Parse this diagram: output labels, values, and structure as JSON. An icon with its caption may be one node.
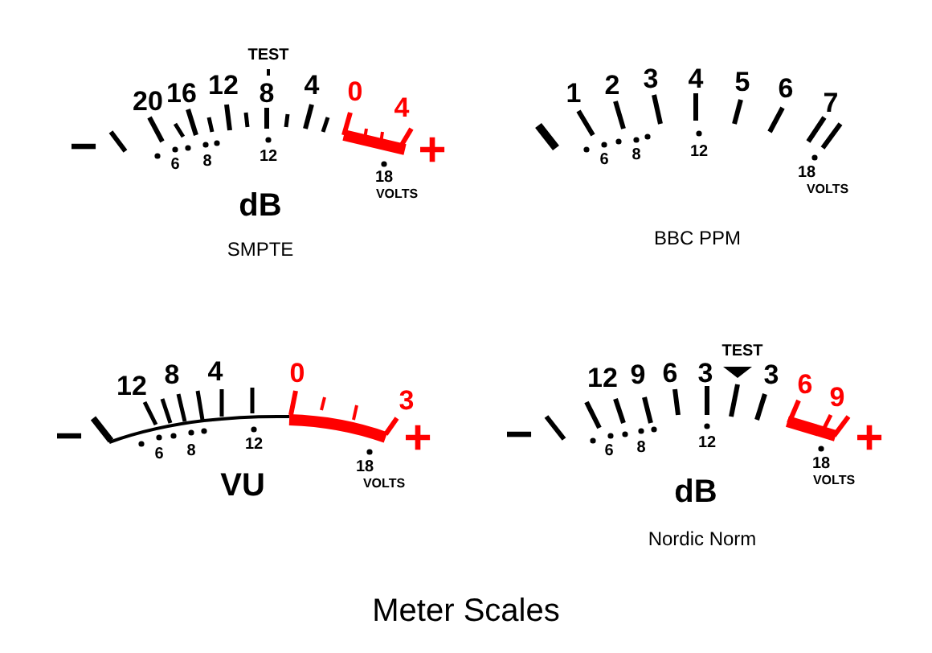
{
  "diagram": {
    "title": "Meter Scales",
    "labels": [
      "−",
      "20",
      "16",
      "12",
      "TEST",
      "8",
      "4",
      "0",
      "4",
      "+",
      "6",
      "8",
      "12",
      "18",
      "VOLTS",
      "dB",
      "SMPTE",
      "1",
      "2",
      "3",
      "4",
      "5",
      "6",
      "7",
      "6",
      "8",
      "12",
      "18",
      "VOLTS",
      "BBC PPM",
      "−",
      "12",
      "8",
      "4",
      "0",
      "3",
      "+",
      "6",
      "8",
      "12",
      "18",
      "VOLTS",
      "VU",
      "−",
      "12",
      "9",
      "6",
      "3",
      "TEST",
      "3",
      "6",
      "9",
      "+",
      "6",
      "8",
      "12",
      "18",
      "VOLTS",
      "dB",
      "Nordic Norm"
    ]
  }
}
